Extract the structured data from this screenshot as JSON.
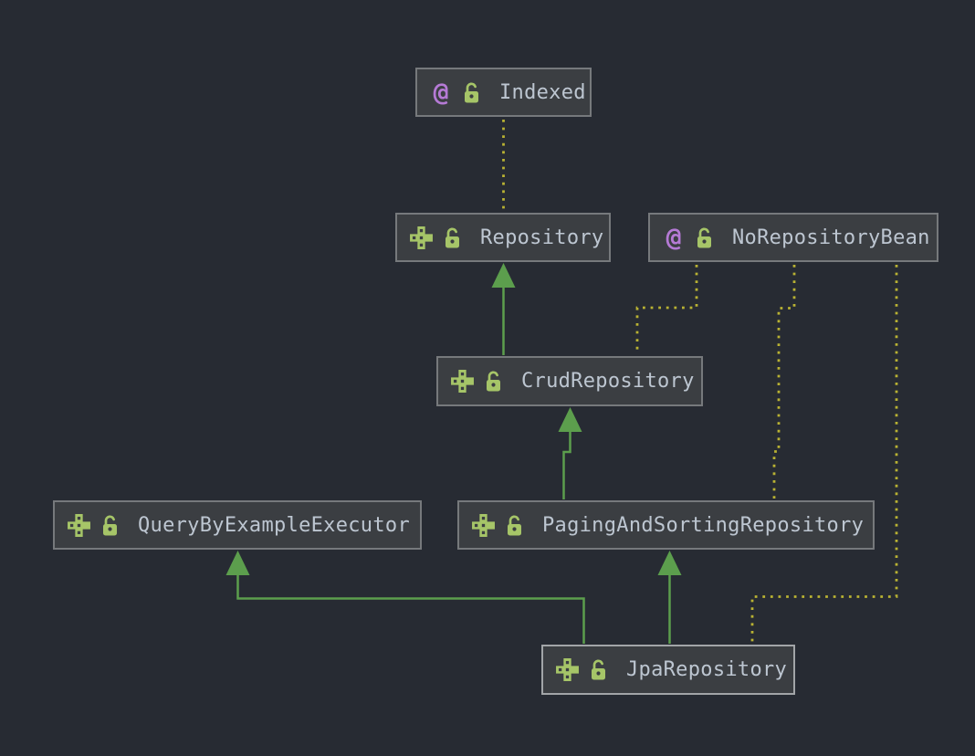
{
  "diagram": {
    "type": "uml-class-diagram",
    "subject": "Spring Data repository interface hierarchy",
    "theme": {
      "background": "#272b33",
      "node_background": "#3b3e42",
      "node_border": "#76797c",
      "selected_node_border": "#a2a5a8",
      "text_color": "#bdc6d1",
      "interface_icon_color": "#a6c568",
      "annotation_icon_color": "#b57ad5",
      "lock_icon_color": "#a6c568",
      "extends_edge_color": "#5c9e4d",
      "annotation_edge_color": "#b9b233"
    },
    "nodes": [
      {
        "label": "Indexed",
        "kind": "annotation",
        "visibility": "public"
      },
      {
        "label": "Repository",
        "kind": "interface",
        "visibility": "public"
      },
      {
        "label": "NoRepositoryBean",
        "kind": "annotation",
        "visibility": "public"
      },
      {
        "label": "CrudRepository",
        "kind": "interface",
        "visibility": "public"
      },
      {
        "label": "QueryByExampleExecutor",
        "kind": "interface",
        "visibility": "public"
      },
      {
        "label": "PagingAndSortingRepository",
        "kind": "interface",
        "visibility": "public"
      },
      {
        "label": "JpaRepository",
        "kind": "interface",
        "visibility": "public",
        "selected": true
      }
    ],
    "edges": {
      "extends": [
        {
          "from": "CrudRepository",
          "to": "Repository"
        },
        {
          "from": "PagingAndSortingRepository",
          "to": "CrudRepository"
        },
        {
          "from": "JpaRepository",
          "to": "QueryByExampleExecutor"
        },
        {
          "from": "JpaRepository",
          "to": "PagingAndSortingRepository"
        }
      ],
      "annotation": [
        {
          "from": "Indexed",
          "to": "Repository"
        },
        {
          "from": "NoRepositoryBean",
          "to": "CrudRepository"
        },
        {
          "from": "NoRepositoryBean",
          "to": "PagingAndSortingRepository"
        },
        {
          "from": "NoRepositoryBean",
          "to": "JpaRepository"
        }
      ]
    }
  }
}
